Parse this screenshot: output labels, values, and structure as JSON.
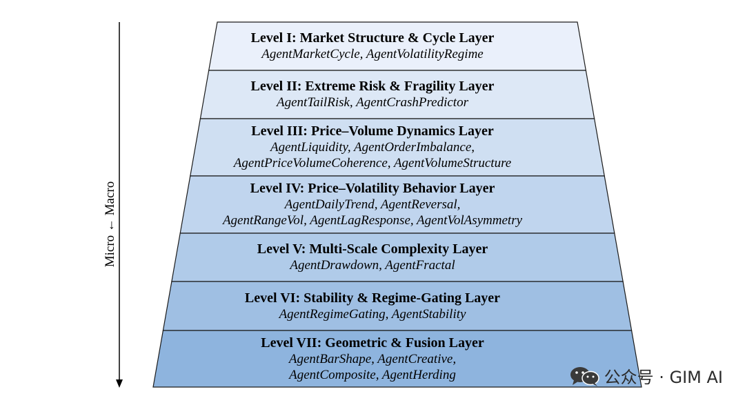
{
  "axis_label": "Micro ← Macro",
  "layers": [
    {
      "title": "Level I: Market Structure & Cycle Layer",
      "agents": [
        "AgentMarketCycle, AgentVolatilityRegime"
      ],
      "fill": "#eaf0fb"
    },
    {
      "title": "Level II: Extreme Risk & Fragility Layer",
      "agents": [
        "AgentTailRisk, AgentCrashPredictor"
      ],
      "fill": "#dde8f6"
    },
    {
      "title": "Level III: Price–Volume Dynamics Layer",
      "agents": [
        "AgentLiquidity, AgentOrderImbalance,",
        "AgentPriceVolumeCoherence, AgentVolumeStructure"
      ],
      "fill": "#cfdff2"
    },
    {
      "title": "Level IV: Price–Volatility Behavior Layer",
      "agents": [
        "AgentDailyTrend, AgentReversal,",
        "AgentRangeVol, AgentLagResponse, AgentVolAsymmetry"
      ],
      "fill": "#c0d5ee"
    },
    {
      "title": "Level V: Multi-Scale Complexity Layer",
      "agents": [
        "AgentDrawdown, AgentFractal"
      ],
      "fill": "#b0cbe9"
    },
    {
      "title": "Level VI: Stability & Regime-Gating Layer",
      "agents": [
        "AgentRegimeGating, AgentStability"
      ],
      "fill": "#9fbfe3"
    },
    {
      "title": "Level VII: Geometric & Fusion Layer",
      "agents": [
        "AgentBarShape, AgentCreative,",
        "AgentComposite, AgentHerding"
      ],
      "fill": "#8eb4de"
    }
  ],
  "watermark": {
    "text": "公众号 · GIM AI",
    "icon": "wechat-icon"
  },
  "colors": {
    "stroke": "#1a1a1a",
    "arrow": "#000000"
  }
}
